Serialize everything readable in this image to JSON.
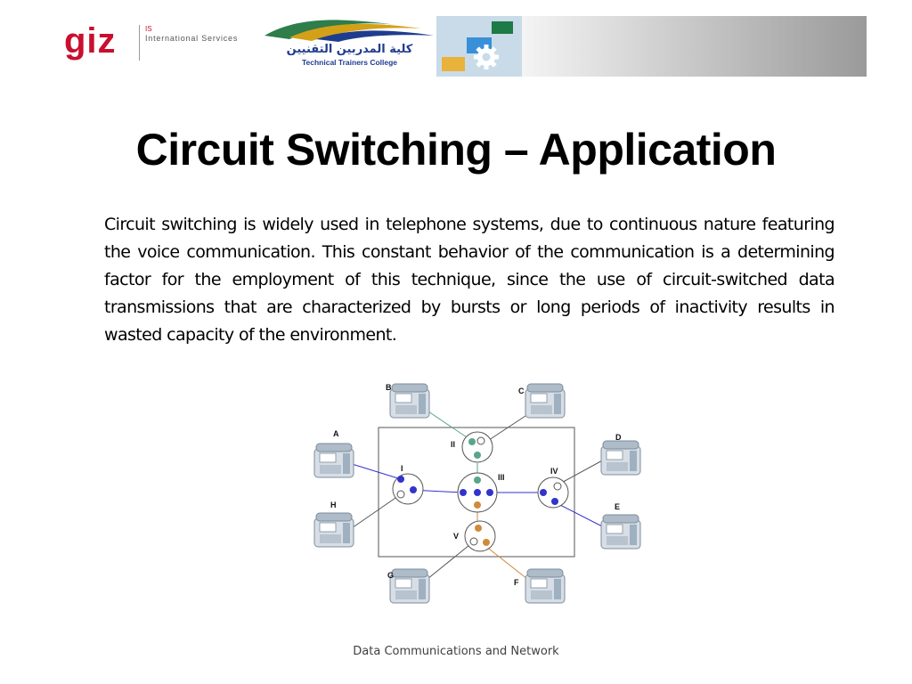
{
  "header": {
    "giz_logo": {
      "word": "giz",
      "is_label": "IS",
      "subtitle": "International Services"
    },
    "ttc_logo": {
      "arabic": "كلية المدربين التقنيين",
      "english": "Technical Trainers College"
    },
    "colors": {
      "giz_red": "#c8102e",
      "ttc_blue": "#1f3d8f",
      "ttc_green": "#2e7d4a",
      "ttc_gold": "#d4a017"
    }
  },
  "title": "Circuit Switching – Application",
  "body": "Circuit switching is widely used in telephone systems, due to continuous nature featuring the voice communication. This constant behavior of the communication is a determining factor for the employment of this technique, since the use of circuit-switched data transmissions that are characterized by bursts or long periods of inactivity results in wasted capacity of the environment.",
  "diagram": {
    "phones": [
      "A",
      "B",
      "C",
      "D",
      "E",
      "F",
      "G",
      "H"
    ],
    "switches": [
      "I",
      "II",
      "III",
      "IV",
      "V"
    ],
    "colors": {
      "blue_path": "#3333cc",
      "green_path": "#5aa58a",
      "orange_path": "#d08a3a",
      "phone": "#8fa0b2"
    }
  },
  "footer": "Data Communications and Network"
}
